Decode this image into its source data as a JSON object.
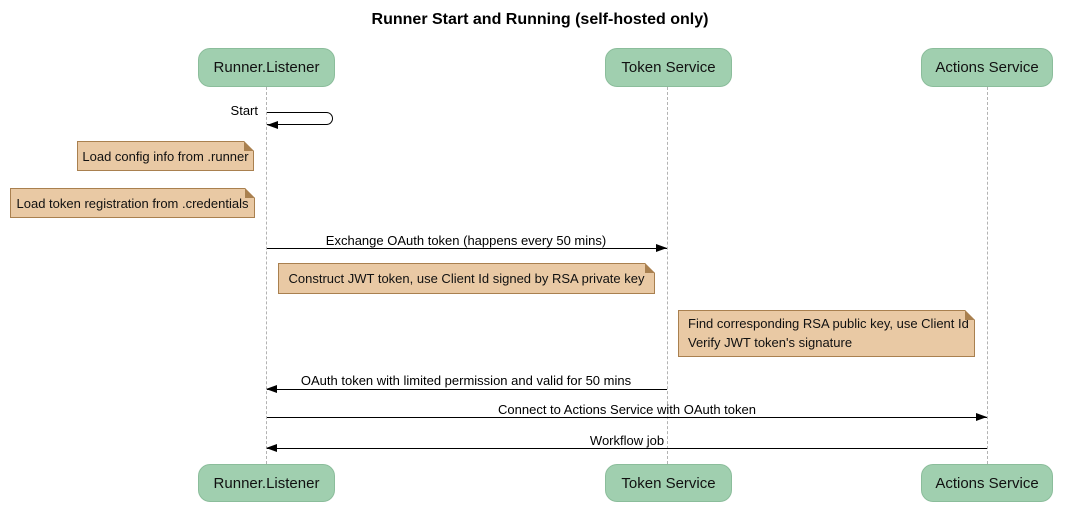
{
  "diagram": {
    "title": "Runner Start and Running (self-hosted only)",
    "type": "sequence-diagram"
  },
  "participants": [
    {
      "name": "Runner.Listener"
    },
    {
      "name": "Token Service"
    },
    {
      "name": "Actions Service"
    }
  ],
  "messages": [
    {
      "label": "Start",
      "from": "Runner.Listener",
      "to": "Runner.Listener",
      "kind": "self"
    },
    {
      "label": "Exchange OAuth token (happens every 50 mins)",
      "from": "Runner.Listener",
      "to": "Token Service"
    },
    {
      "label": "OAuth token with limited permission and valid for 50 mins",
      "from": "Token Service",
      "to": "Runner.Listener"
    },
    {
      "label": "Connect to Actions Service with OAuth token",
      "from": "Runner.Listener",
      "to": "Actions Service"
    },
    {
      "label": "Workflow job",
      "from": "Actions Service",
      "to": "Runner.Listener"
    }
  ],
  "notes": [
    {
      "text": "Load config info from .runner"
    },
    {
      "text": "Load token registration from .credentials"
    },
    {
      "text": "Construct JWT token, use Client Id signed by RSA private key"
    },
    {
      "lines": [
        "Find corresponding RSA public key, use Client Id",
        "Verify JWT token's signature"
      ]
    }
  ],
  "colors": {
    "participant_fill": "#a0cfaf",
    "participant_border": "#8bbd9b",
    "note_fill": "#e9c9a4",
    "note_border": "#a9804f",
    "lifeline": "#b3b3b3",
    "arrow": "#000000",
    "background": "#ffffff"
  }
}
